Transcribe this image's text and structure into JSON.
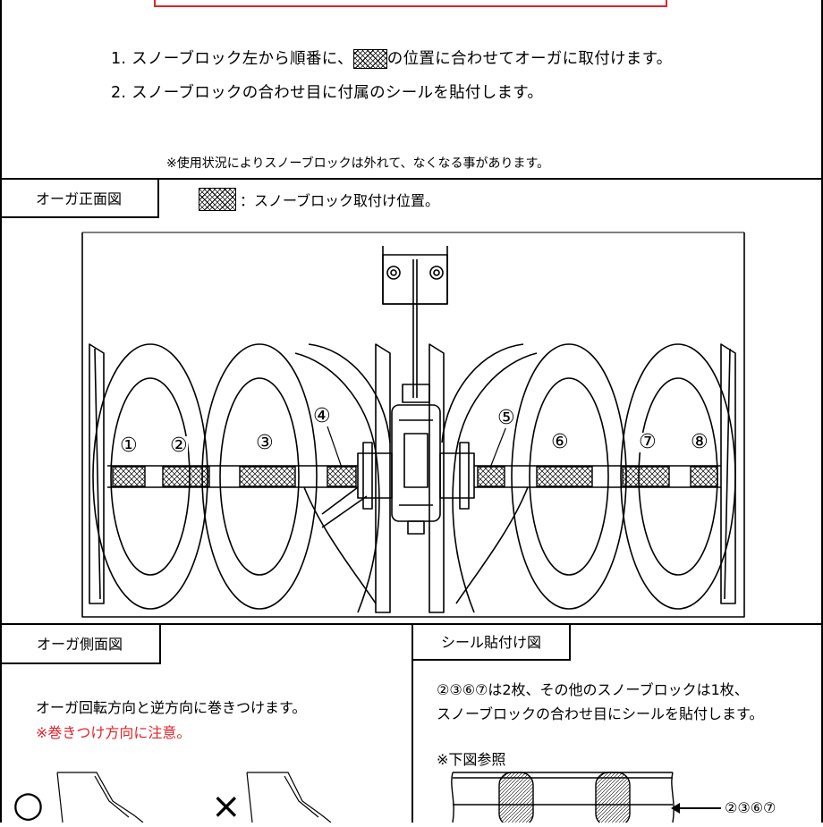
{
  "instructions": {
    "step1_pre": "1. スノーブロック左から順番に、",
    "step1_post": "の位置に合わせてオーガに取付けます。",
    "step2": "2. スノーブロックの合わせ目に付属のシールを貼付します。",
    "caution": "※使用状況によりスノーブロックは外れて、なくなる事があります。"
  },
  "front_view": {
    "title": "オーガ正面図",
    "legend": "：スノーブロック取付け位置。",
    "block_numbers": [
      "①",
      "②",
      "③",
      "④",
      "⑤",
      "⑥",
      "⑦",
      "⑧"
    ]
  },
  "side_view": {
    "title": "オーガ側面図",
    "line1": "オーガ回転方向と逆方向に巻きつけます。",
    "line2": "※巻きつけ方向に注意。",
    "ok_mark": "○",
    "ng_mark": "×"
  },
  "seal_view": {
    "title": "シール貼付け図",
    "line1": "②③⑥⑦は2枚、その他のスノーブロックは1枚、",
    "line2": "スノーブロックの合わせ目にシールを貼付します。",
    "ref": "※下図参照",
    "callout": "②③⑥⑦"
  },
  "colors": {
    "accent_red": "#e0242b",
    "line": "#000000"
  }
}
